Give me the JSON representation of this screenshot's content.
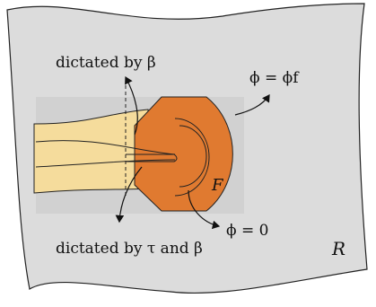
{
  "labels": {
    "top_left": "dictated by β",
    "top_right": "ϕ = ϕf",
    "bottom_center": "dictated by τ and β",
    "bottom_right": "ϕ = 0",
    "region_F": "F",
    "region_R": "R"
  },
  "colors": {
    "region_fill": "#dcdcdc",
    "region_stroke": "#222222",
    "band_fill": "#f5dc9c",
    "orange_fill": "#e07a30",
    "highlight_fill": "#c9c9c9"
  }
}
